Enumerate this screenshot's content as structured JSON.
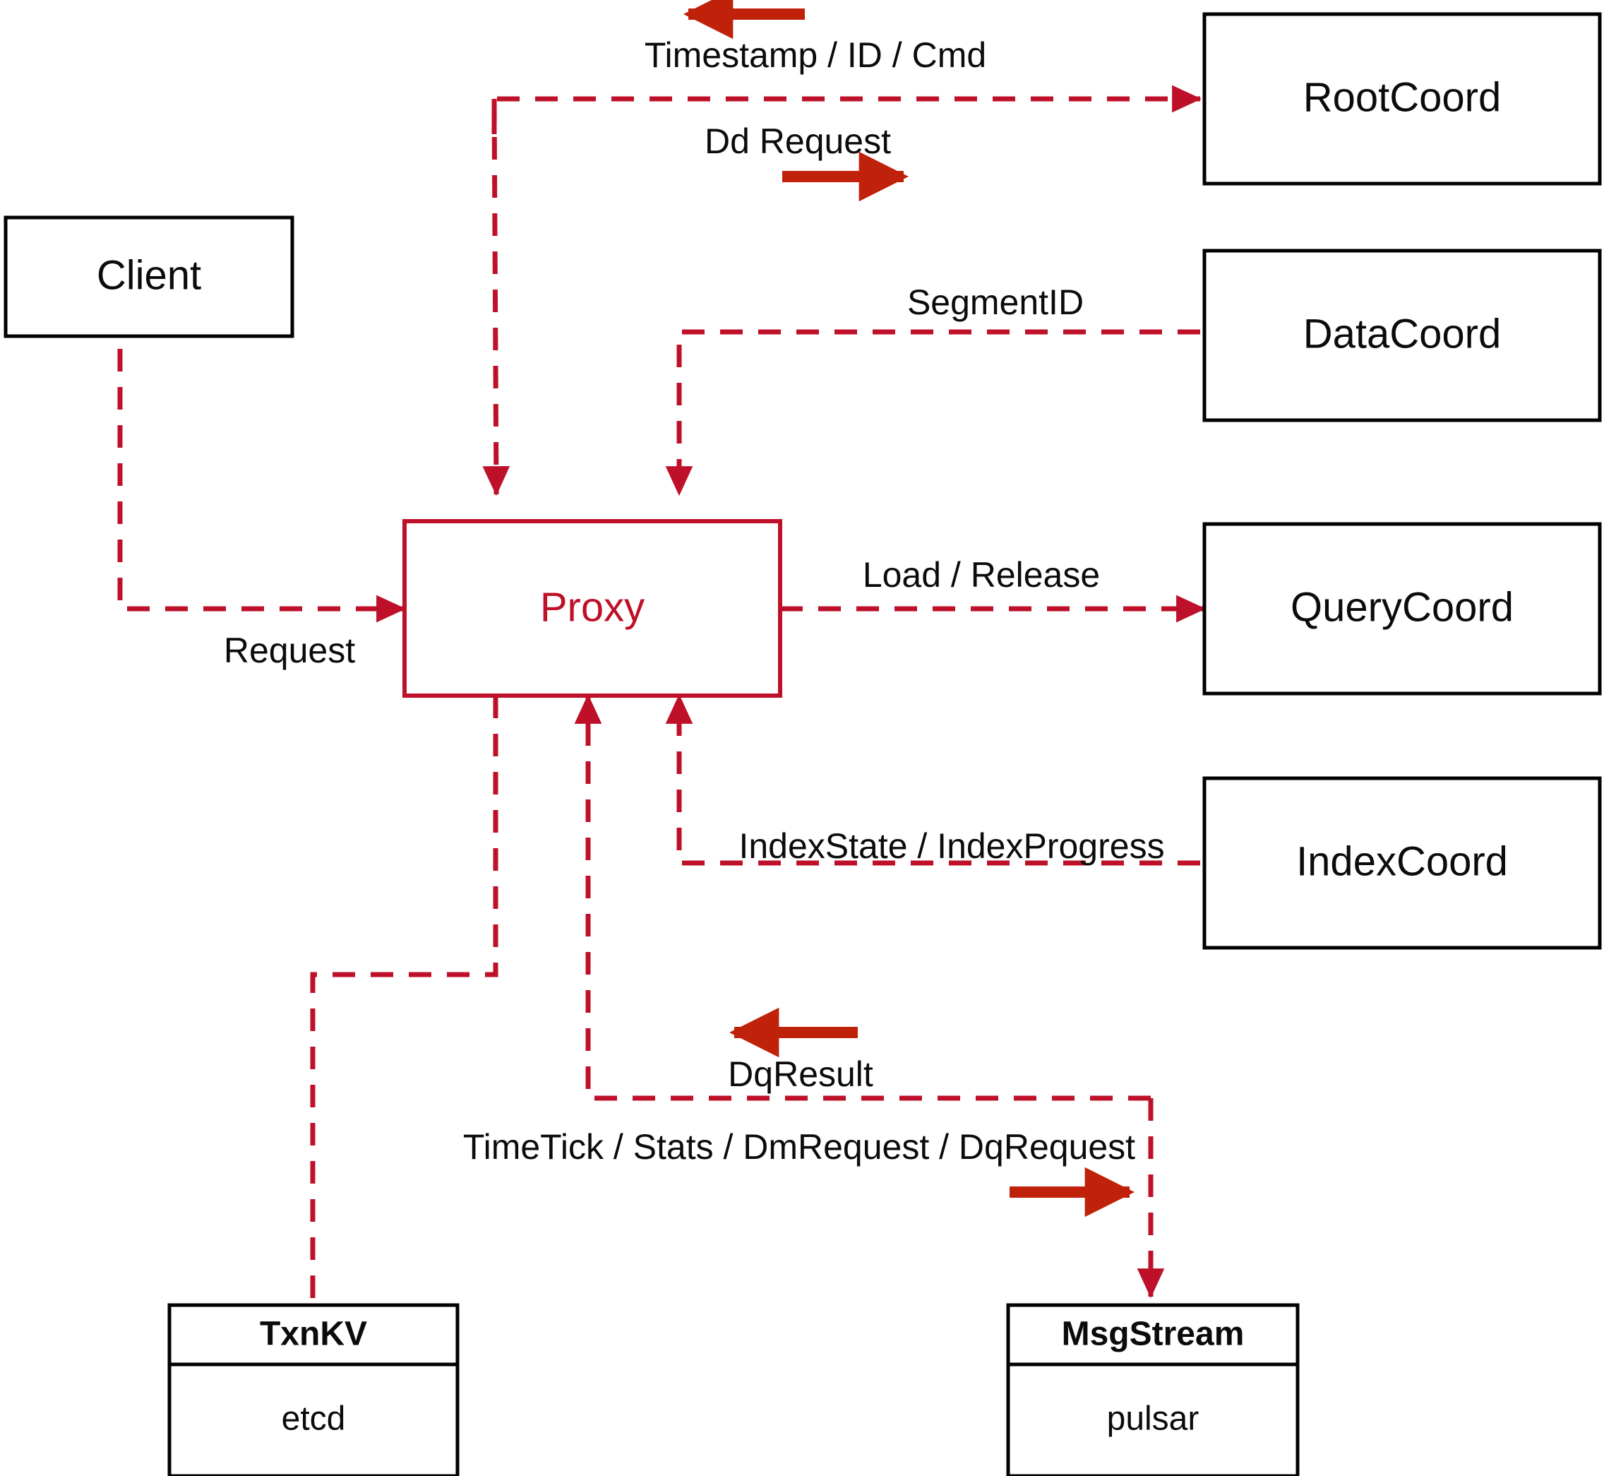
{
  "diagram": {
    "title": "Proxy component interaction diagram",
    "colors": {
      "accent_crimson": "#BE1028",
      "accent_orange_red": "#C0210A",
      "node_stroke": "#000000",
      "background": "#FFFFFF",
      "text": "#0B0B0B"
    },
    "nodes": [
      {
        "id": "client",
        "label": "Client",
        "style": "plain"
      },
      {
        "id": "proxy",
        "label": "Proxy",
        "style": "accent"
      },
      {
        "id": "rootcoord",
        "label": "RootCoord",
        "style": "plain"
      },
      {
        "id": "datacoord",
        "label": "DataCoord",
        "style": "plain"
      },
      {
        "id": "querycoord",
        "label": "QueryCoord",
        "style": "plain"
      },
      {
        "id": "indexcoord",
        "label": "IndexCoord",
        "style": "plain"
      },
      {
        "id": "txnkv",
        "label": "TxnKV",
        "sublabel": "etcd",
        "style": "two-part"
      },
      {
        "id": "msgstream",
        "label": "MsgStream",
        "sublabel": "pulsar",
        "style": "two-part"
      }
    ],
    "edges": [
      {
        "id": "e-timestamp",
        "label": "Timestamp / ID / Cmd",
        "from": "rootcoord",
        "to": "proxy",
        "direction": "left"
      },
      {
        "id": "e-ddrequest",
        "label": "Dd Request",
        "from": "proxy",
        "to": "rootcoord",
        "direction": "right"
      },
      {
        "id": "e-segmentid",
        "label": "SegmentID",
        "from": "datacoord",
        "to": "proxy",
        "direction": "left"
      },
      {
        "id": "e-request",
        "label": "Request",
        "from": "client",
        "to": "proxy",
        "direction": "right"
      },
      {
        "id": "e-loadrelease",
        "label": "Load / Release",
        "from": "proxy",
        "to": "querycoord",
        "direction": "right"
      },
      {
        "id": "e-indexstate",
        "label": "IndexState / IndexProgress",
        "from": "indexcoord",
        "to": "proxy",
        "direction": "left"
      },
      {
        "id": "e-dqresult",
        "label": "DqResult",
        "from": "msgstream",
        "to": "proxy",
        "direction": "left"
      },
      {
        "id": "e-timetick",
        "label": "TimeTick / Stats / DmRequest / DqRequest",
        "from": "proxy",
        "to": "msgstream",
        "direction": "right"
      },
      {
        "id": "e-txnkv",
        "label": "",
        "from": "proxy",
        "to": "txnkv",
        "direction": "none"
      }
    ]
  }
}
